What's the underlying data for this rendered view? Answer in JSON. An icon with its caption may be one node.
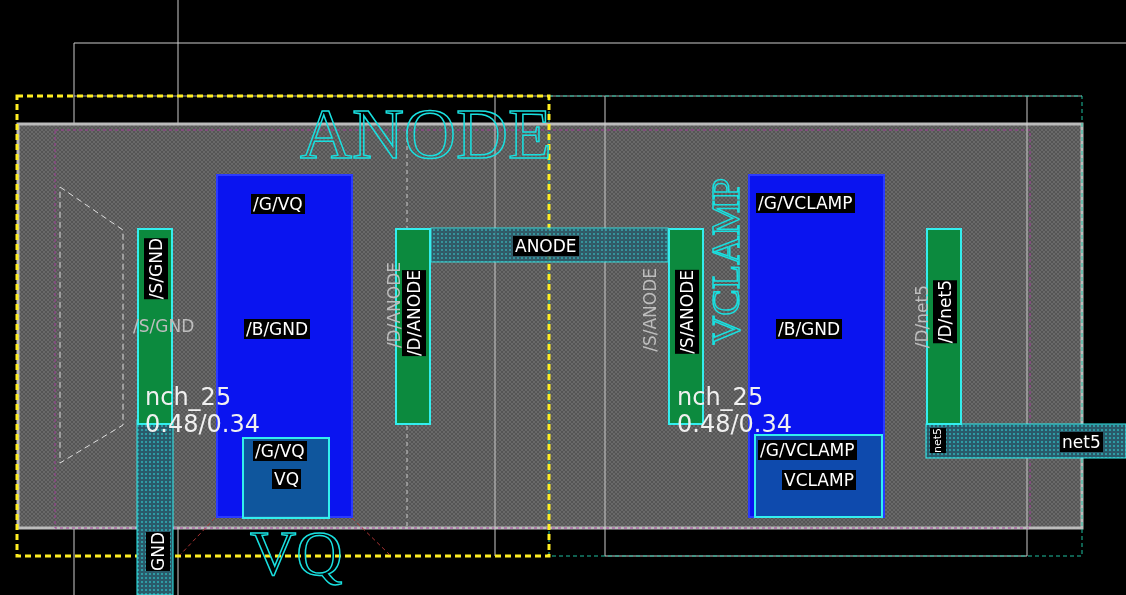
{
  "diagram": {
    "nodes": [
      {
        "text": [
          "/G/VQ",
          "/B/GND"
        ]
      },
      {
        "text": [
          "/G/VQ",
          "VQ"
        ],
        "in": 0
      },
      {
        "text": [
          "/S/GND"
        ]
      },
      {
        "text": [
          "/D/ANODE"
        ]
      },
      {
        "text": [
          "/G/VCLAMP",
          "/B/GND"
        ]
      },
      {
        "text": [
          "/G/VCLAMP",
          "VCLAMP"
        ],
        "in": 4
      },
      {
        "text": [
          "/S/ANODE"
        ]
      },
      {
        "text": [
          "/D/net5"
        ]
      }
    ],
    "edges": [],
    "labels": [
      "ANODE",
      "ANODE",
      "/S/GND",
      "/D/ANODE",
      "nch_25",
      "0.48/0.34",
      "VQ",
      "/S/ANODE",
      "/D/net5",
      "nch_25",
      "0.48/0.34",
      "VCLAMP",
      "net5",
      "net5",
      "GND"
    ]
  }
}
